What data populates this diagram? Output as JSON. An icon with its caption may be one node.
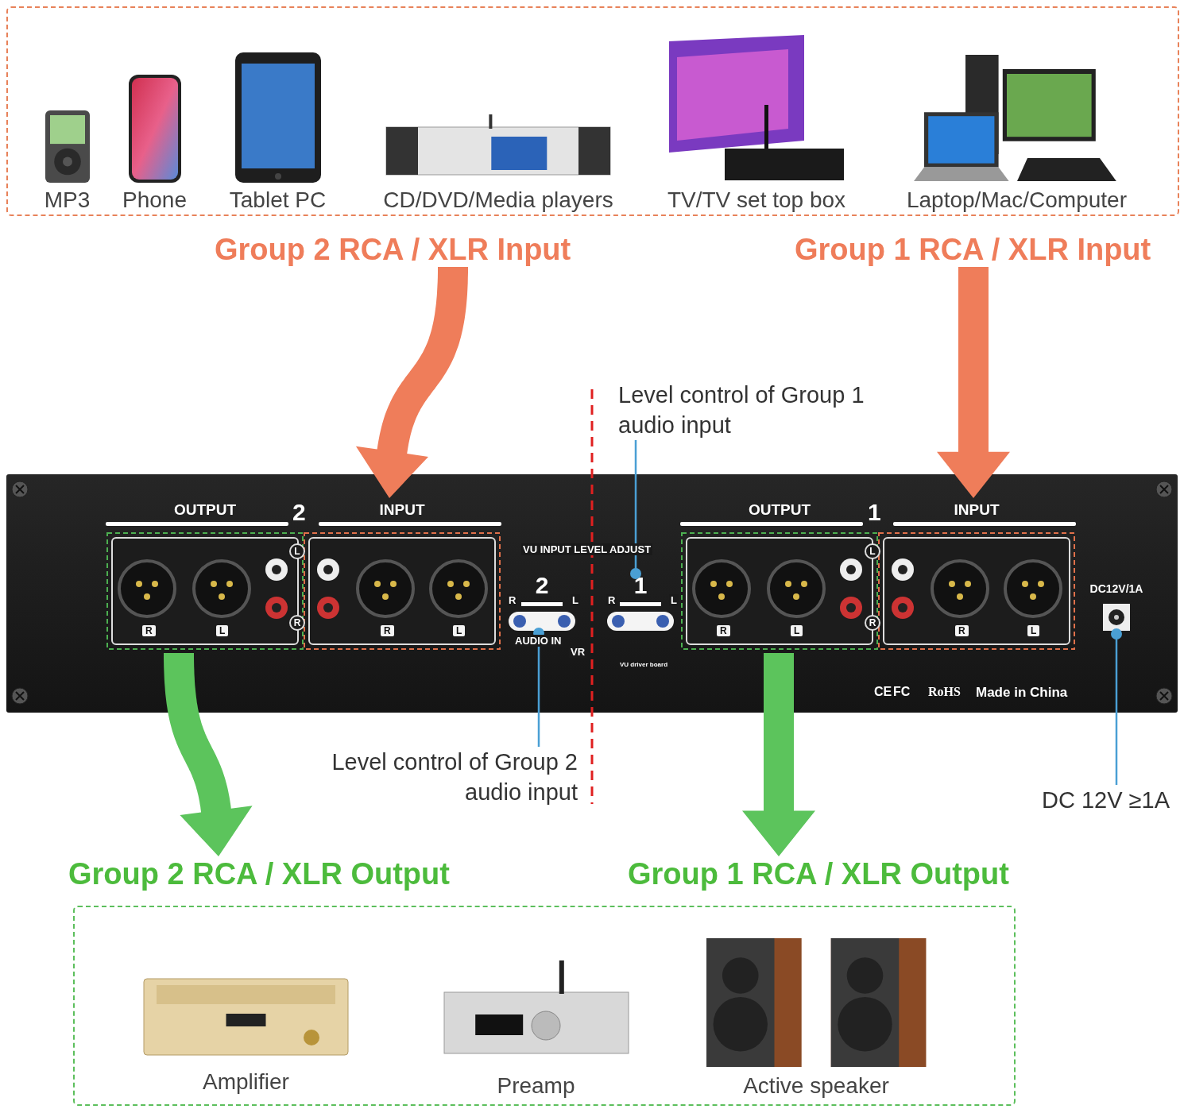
{
  "diagram": {
    "nodes": [
      {
        "text": [],
        "shape": "box"
      },
      {
        "text": [
          "MP3"
        ],
        "in": 0
      },
      {
        "text": [
          "Phone"
        ],
        "in": 0
      },
      {
        "text": [
          "Tablet PC"
        ],
        "in": 0
      },
      {
        "text": [
          "CD/DVD/Media players"
        ],
        "in": 0
      },
      {
        "text": [
          "TV/TV set top box"
        ],
        "in": 0
      },
      {
        "text": [
          "Laptop/Mac/Computer"
        ],
        "in": 0
      },
      {
        "text": [
          "Group 2 RCA / XLR Input"
        ]
      },
      {
        "text": [
          "Group 1 RCA / XLR Input"
        ]
      },
      {
        "text": [
          "Level control of Group 1 audio input"
        ]
      },
      {
        "text": [],
        "shape": "picture"
      },
      {
        "text": [
          "OUTPUT"
        ],
        "in": 10
      },
      {
        "text": [
          "INPUT"
        ],
        "in": 10
      },
      {
        "text": [
          "OUTPUT"
        ],
        "in": 10
      },
      {
        "text": [
          "INPUT"
        ],
        "in": 10
      },
      {
        "text": [
          "2"
        ],
        "in": 10
      },
      {
        "text": [
          "1"
        ],
        "in": 10
      },
      {
        "text": [
          "DC12V/1A"
        ],
        "in": 10
      },
      {
        "text": [
          "Level control of Group 2 audio input"
        ]
      },
      {
        "text": [
          "DC 12V ≥1A"
        ]
      },
      {
        "text": [
          "Group 2 RCA / XLR Output"
        ]
      },
      {
        "text": [
          "Group 1 RCA / XLR Output"
        ]
      },
      {
        "text": [],
        "shape": "box"
      },
      {
        "text": [
          "Amplifier"
        ],
        "in": 22
      },
      {
        "text": [
          "Preamp"
        ],
        "in": 22
      },
      {
        "text": [
          "Active speaker"
        ],
        "in": 22
      }
    ],
    "edges": [
      {
        "from": 7,
        "to": 12,
        "arrow": "to",
        "style": "thick",
        "color": "#ef7d5a"
      },
      {
        "from": 8,
        "to": 14,
        "arrow": "to",
        "style": "thick",
        "color": "#ef7d5a"
      },
      {
        "from": 11,
        "to": 20,
        "arrow": "to",
        "style": "thick",
        "color": "#5cc45c"
      },
      {
        "from": 13,
        "to": 21,
        "arrow": "to",
        "style": "thick",
        "color": "#5cc45c"
      },
      {
        "from": 9,
        "to": 16,
        "arrow": "other",
        "color": "#4a9fd4"
      },
      {
        "from": 18,
        "to": 15,
        "arrow": "other",
        "color": "#4a9fd4"
      },
      {
        "from": 19,
        "to": 17,
        "arrow": "other",
        "color": "#4a9fd4"
      }
    ],
    "labels": [
      "2",
      "1",
      "R",
      "L",
      "L",
      "R",
      "R",
      "L",
      "VU INPUT LEVEL ADJUST",
      "R",
      "L",
      "AUDIO IN",
      "VR",
      "VU driver board",
      "R",
      "L",
      "R",
      "L",
      "L",
      "R",
      "R",
      "L",
      "CE",
      "FC",
      "RoHS",
      "Made in China"
    ]
  }
}
